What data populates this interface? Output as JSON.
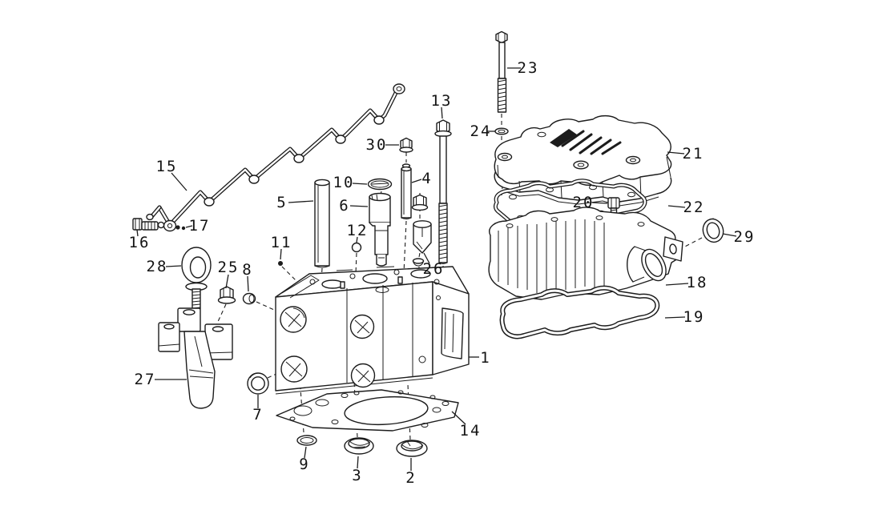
{
  "figure": {
    "background_color": "#ffffff",
    "ink_color": "#1c1c1c",
    "description_visible_text_only": "numbered part callouts",
    "callouts": [
      {
        "num": "1"
      },
      {
        "num": "2"
      },
      {
        "num": "3"
      },
      {
        "num": "4"
      },
      {
        "num": "5"
      },
      {
        "num": "6"
      },
      {
        "num": "7"
      },
      {
        "num": "8"
      },
      {
        "num": "9"
      },
      {
        "num": "10"
      },
      {
        "num": "11"
      },
      {
        "num": "12"
      },
      {
        "num": "13"
      },
      {
        "num": "14"
      },
      {
        "num": "15"
      },
      {
        "num": "16"
      },
      {
        "num": "17"
      },
      {
        "num": "18"
      },
      {
        "num": "19"
      },
      {
        "num": "20"
      },
      {
        "num": "21"
      },
      {
        "num": "22"
      },
      {
        "num": "23"
      },
      {
        "num": "24"
      },
      {
        "num": "25"
      },
      {
        "num": "26"
      },
      {
        "num": "27"
      },
      {
        "num": "28"
      },
      {
        "num": "29"
      },
      {
        "num": "30"
      }
    ]
  }
}
